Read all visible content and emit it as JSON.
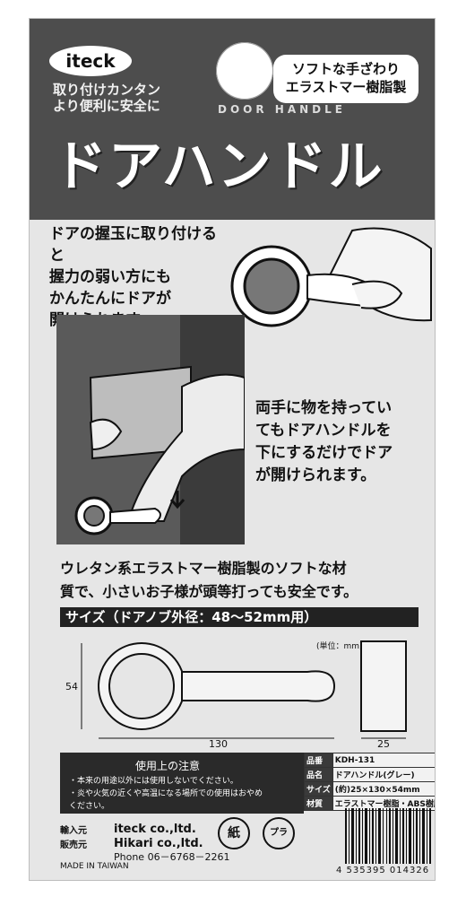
{
  "brand": "iteck",
  "tagline": [
    "取り付けカンタン",
    "より便利に安全に"
  ],
  "feature": [
    "ソフトな手ざわり",
    "エラストマー樹脂製"
  ],
  "english_title": "DOOR HANDLE",
  "title": "ドアハンドル",
  "intro": [
    "ドアの握玉に取り付けると",
    "握力の弱い方にも",
    "かんたんにドアが",
    "開けられます。"
  ],
  "right_text": [
    "両手に物を持ってい",
    "てもドアハンドルを",
    "下にするだけでドア",
    "が開けられます。"
  ],
  "material": [
    "ウレタン系エラストマー樹脂製のソフトな材",
    "質で、小さいお子様が頭等打っても安全です。"
  ],
  "size_label": "サイズ（ドアノブ外径：48〜52mm用）",
  "diagram": {
    "unit": "(単位：mm)",
    "height": "54",
    "length": "130",
    "depth": "25"
  },
  "warning": {
    "title": "使用上の注意",
    "lines": [
      "・本来の用途以外には使用しないでください。",
      "・炎や火気の近くや高温になる場所での使用はおやめ",
      "ください。"
    ]
  },
  "specs": [
    {
      "key": "品番",
      "value": "KDH-131"
    },
    {
      "key": "品名",
      "value": "ドアハンドル(グレー)"
    },
    {
      "key": "サイズ",
      "value": "(約)25×130×54mm"
    },
    {
      "key": "材質",
      "value": "エラストマー樹脂・ABS樹脂"
    }
  ],
  "company": {
    "importer_label": "輸入元",
    "importer": "iteck co.,ltd.",
    "seller_label": "販売元",
    "seller": "Hikari co.,ltd.",
    "phone": "Phone 06－6768－2261",
    "made_in": "MADE IN TAIWAN"
  },
  "recycle": {
    "paper": "紙",
    "plastic": "プラ"
  },
  "barcode": "4 535395 014326",
  "colors": {
    "header": "#4d4d4d",
    "card": "#e6e6e6",
    "text": "#111111"
  }
}
